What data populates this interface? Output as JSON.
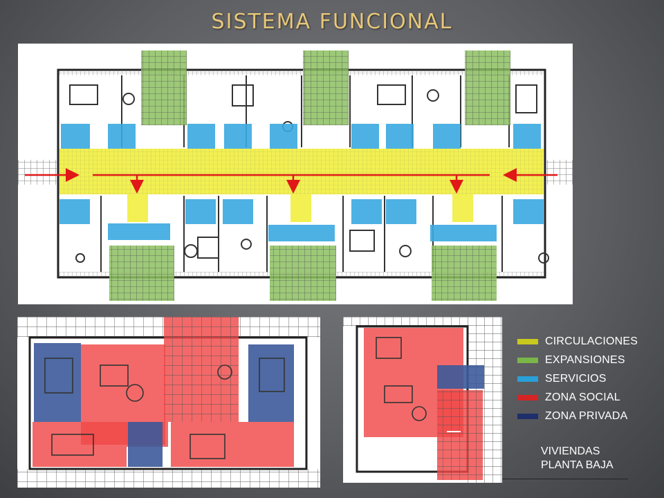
{
  "title": "SISTEMA FUNCIONAL",
  "legend": [
    {
      "label": "CIRCULACIONES",
      "color": "#c8c81e"
    },
    {
      "label": "EXPANSIONES",
      "color": "#7ab648"
    },
    {
      "label": "SERVICIOS",
      "color": "#2aa0d8"
    },
    {
      "label": "ZONA SOCIAL",
      "color": "#d42424"
    },
    {
      "label": "ZONA PRIVADA",
      "color": "#1e2f6b"
    }
  ],
  "caption": {
    "line1": "VIVIENDAS",
    "line2": "PLANTA BAJA"
  },
  "colors": {
    "circulation": "#f0ee3a",
    "expansion": "#8cc060",
    "service": "#3aa8e0",
    "social": "#f04848",
    "private": "#3c5a9a",
    "arrow": "#e01818",
    "title": "#e7c77a"
  }
}
